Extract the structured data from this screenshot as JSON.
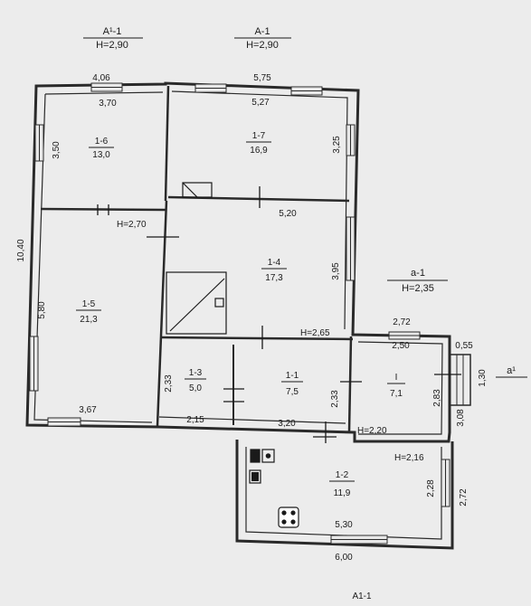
{
  "blocks": {
    "main": {
      "code": "А-1",
      "height": "Н=2,90"
    },
    "annex": {
      "code": "А¹-1",
      "height": "Н=2,90"
    },
    "porch": {
      "code": "а-1",
      "height": "Н=2,35"
    },
    "stoop": {
      "code": "а¹"
    }
  },
  "rooms": [
    {
      "id": "1-6",
      "area": "13,0"
    },
    {
      "id": "1-7",
      "area": "16,9"
    },
    {
      "id": "1-5",
      "area": "21,3"
    },
    {
      "id": "1-4",
      "area": "17,3"
    },
    {
      "id": "1-3",
      "area": "5,0"
    },
    {
      "id": "1-1",
      "area": "7,5"
    },
    {
      "id": "I",
      "area": "7,1"
    },
    {
      "id": "1-2",
      "area": "11,9"
    }
  ],
  "heights": {
    "h_270": "Н=2,70",
    "h_265": "Н=2,65",
    "h_220": "Н=2,20",
    "h_216": "Н=2,16"
  },
  "dimensions": {
    "d_406": "4,06",
    "d_370": "3,70",
    "d_575": "5,75",
    "d_527": "5,27",
    "d_350": "3,50",
    "d_325": "3,25",
    "d_520": "5,20",
    "d_1040": "10,40",
    "d_580": "5,80",
    "d_395": "3,95",
    "d_367": "3,67",
    "d_233a": "2,33",
    "d_233b": "2,33",
    "d_215": "2,15",
    "d_320": "3,20",
    "d_272a": "2,72",
    "d_250": "2,50",
    "d_055": "0,55",
    "d_130": "1,30",
    "d_283": "2,83",
    "d_308": "3,08",
    "d_228": "2,28",
    "d_272b": "2,72",
    "d_530": "5,30",
    "d_600": "6,00"
  },
  "footer_fragment": "А1-1"
}
